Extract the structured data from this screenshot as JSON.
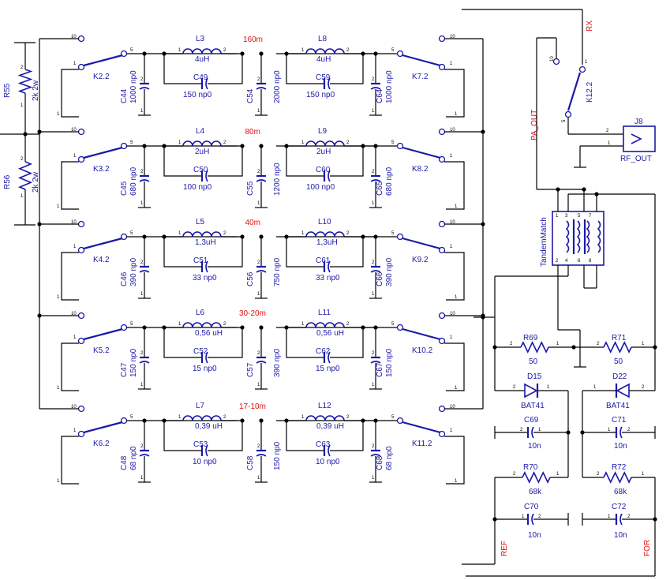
{
  "bands": [
    {
      "name": "160m",
      "coil_a": "L3",
      "coil_a_val": "4uH",
      "coil_b": "L8",
      "coil_b_val": "4uH",
      "c_in": "C44",
      "c_in_val": "1000 np0",
      "c_mid_a": "C49",
      "c_mid_a_val": "150 np0",
      "c_center": "C54",
      "c_center_val": "2000 np0",
      "c_mid_b": "C59",
      "c_mid_b_val": "150 np0",
      "c_out": "C64",
      "c_out_val": "1000 np0",
      "relay_in": "K2.2",
      "relay_out": "K7.2"
    },
    {
      "name": "80m",
      "coil_a": "L4",
      "coil_a_val": "2uH",
      "coil_b": "L9",
      "coil_b_val": "2uH",
      "c_in": "C45",
      "c_in_val": "680 np0",
      "c_mid_a": "C50",
      "c_mid_a_val": "100 np0",
      "c_center": "C55",
      "c_center_val": "1200 np0",
      "c_mid_b": "C60",
      "c_mid_b_val": "100 np0",
      "c_out": "C65",
      "c_out_val": "680 np0",
      "relay_in": "K3.2",
      "relay_out": "K8.2"
    },
    {
      "name": "40m",
      "coil_a": "L5",
      "coil_a_val": "1,3uH",
      "coil_b": "L10",
      "coil_b_val": "1,3uH",
      "c_in": "C46",
      "c_in_val": "390 np0",
      "c_mid_a": "C51",
      "c_mid_a_val": "33 np0",
      "c_center": "C56",
      "c_center_val": "750 np0",
      "c_mid_b": "C61",
      "c_mid_b_val": "33 np0",
      "c_out": "C66",
      "c_out_val": "390 np0",
      "relay_in": "K4.2",
      "relay_out": "K9.2"
    },
    {
      "name": "30-20m",
      "coil_a": "L6",
      "coil_a_val": "0,56 uH",
      "coil_b": "L11",
      "coil_b_val": "0,56 uH",
      "c_in": "C47",
      "c_in_val": "150 np0",
      "c_mid_a": "C52",
      "c_mid_a_val": "15 np0",
      "c_center": "C57",
      "c_center_val": "390 np0",
      "c_mid_b": "C62",
      "c_mid_b_val": "15 np0",
      "c_out": "C67",
      "c_out_val": "150 np0",
      "relay_in": "K5.2",
      "relay_out": "K10.2"
    },
    {
      "name": "17-10m",
      "coil_a": "L7",
      "coil_a_val": "0,39 uH",
      "coil_b": "L12",
      "coil_b_val": "0,39 uH",
      "c_in": "C48",
      "c_in_val": "68 np0",
      "c_mid_a": "C53",
      "c_mid_a_val": "10 np0",
      "c_center": "C58",
      "c_center_val": "150 np0",
      "c_mid_b": "C63",
      "c_mid_b_val": "10 np0",
      "c_out": "C68",
      "c_out_val": "68 np0",
      "relay_in": "K6.2",
      "relay_out": "K11.2"
    }
  ],
  "left_resistors": [
    {
      "ref": "R55",
      "val": "2k 2w"
    },
    {
      "ref": "R56",
      "val": "2k 2w"
    }
  ],
  "right": {
    "rx_label": "RX",
    "pa_out_label": "PA_OUT",
    "relay": "K12.2",
    "connector": "J8",
    "connector_label": "RF_OUT",
    "transformer": "TandemMatch",
    "r69": {
      "ref": "R69",
      "val": "50"
    },
    "r71": {
      "ref": "R71",
      "val": "50"
    },
    "d15": {
      "ref": "D15",
      "val": "BAT41"
    },
    "d22": {
      "ref": "D22",
      "val": "BAT41"
    },
    "c69": {
      "ref": "C69",
      "val": "10n"
    },
    "c71": {
      "ref": "C71",
      "val": "10n"
    },
    "r70": {
      "ref": "R70",
      "val": "68k"
    },
    "r72": {
      "ref": "R72",
      "val": "68k"
    },
    "c70": {
      "ref": "C70",
      "val": "10n"
    },
    "c72": {
      "ref": "C72",
      "val": "10n"
    },
    "ref_label": "REF",
    "for_label": "FOR"
  },
  "pins": {
    "p1": "1",
    "p2": "2",
    "p3": "3",
    "p4": "4",
    "p5": "5",
    "p6": "6",
    "p7": "7",
    "p8": "8",
    "p10": "10"
  },
  "colors": {
    "component": "#1a1aa8",
    "wire": "#000000",
    "band_label": "#e01010"
  }
}
